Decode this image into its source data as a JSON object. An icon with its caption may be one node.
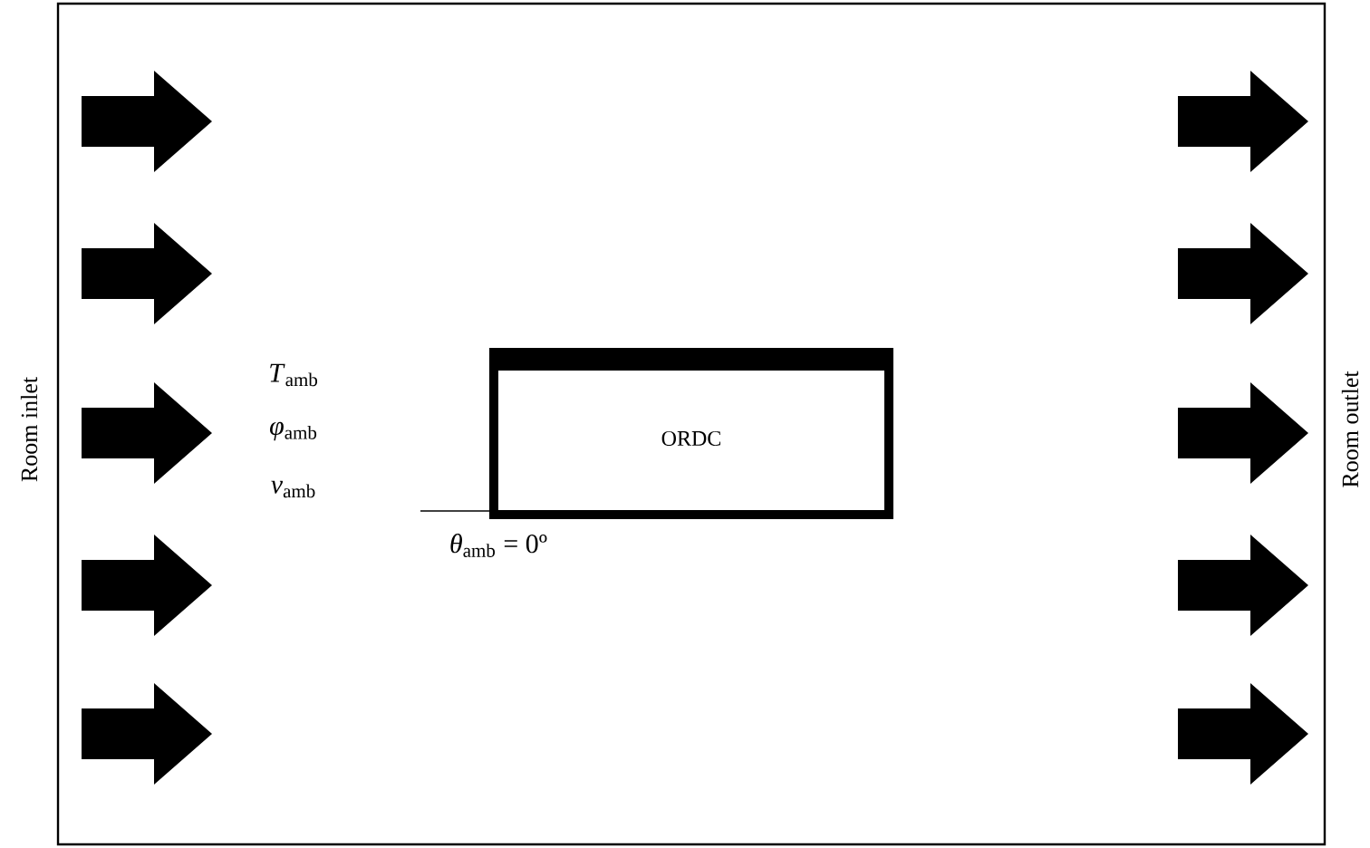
{
  "diagram": {
    "nodes": [
      {
        "text": [
          "ORDC"
        ]
      }
    ],
    "labels": [
      "Room inlet",
      "Room outlet",
      "*T*$_{amb}$",
      "*φ*$_{amb}$",
      "*v*$_{amb}$",
      "*θ*$_{amb}$ = 0º"
    ]
  }
}
